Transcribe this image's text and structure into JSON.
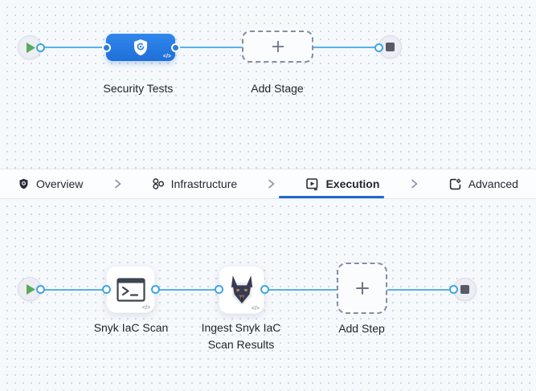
{
  "icons": {
    "code_glyph": "</>"
  },
  "stage_panel": {
    "stage": {
      "label": "Security Tests",
      "icon": "shield-gear-icon"
    },
    "add_stage": {
      "label": "Add Stage"
    }
  },
  "tab_bar": {
    "tabs": [
      {
        "label": "Overview",
        "icon": "shield-icon",
        "active": false
      },
      {
        "label": "Infrastructure",
        "icon": "cluster-icon",
        "active": false
      },
      {
        "label": "Execution",
        "icon": "play-box-icon",
        "active": true
      },
      {
        "label": "Advanced",
        "icon": "box-gear-icon",
        "active": false
      }
    ]
  },
  "execution_panel": {
    "steps": [
      {
        "label": "Snyk IaC Scan",
        "icon": "terminal-icon"
      },
      {
        "label": "Ingest Snyk IaC Scan Results",
        "icon": "snyk-dog-icon"
      }
    ],
    "add_step": {
      "label": "Add Step"
    }
  },
  "colors": {
    "connector_blue": "#58b1e8",
    "stage_blue": "#2b7ce2",
    "active_tab_underline": "#2068cf",
    "play_green": "#58ab5d",
    "stop_gray": "#565b68",
    "canvas_bg": "#f6f9fc"
  }
}
